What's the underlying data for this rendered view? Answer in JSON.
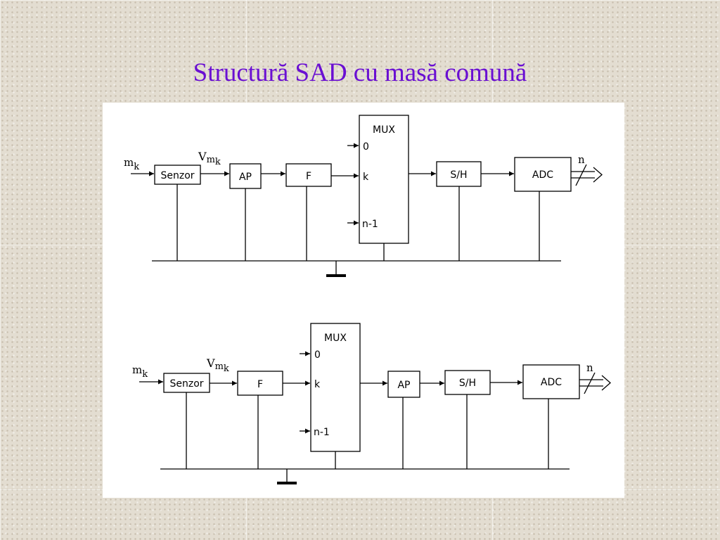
{
  "title": "Structură SAD cu masă comună",
  "diagram1": {
    "input": "m",
    "input_sub": "k",
    "signal": "V",
    "signal_sub1": "m",
    "signal_sub2": "k",
    "blocks": {
      "senzor": "Senzor",
      "ap": "AP",
      "f": "F",
      "mux": "MUX",
      "sh": "S/H",
      "adc": "ADC"
    },
    "mux_inputs": [
      "0",
      "k",
      "n-1"
    ],
    "output": "n"
  },
  "diagram2": {
    "input": "m",
    "input_sub": "k",
    "signal": "V",
    "signal_sub1": "m",
    "signal_sub2": "k",
    "blocks": {
      "senzor": "Senzor",
      "f": "F",
      "mux": "MUX",
      "ap": "AP",
      "sh": "S/H",
      "adc": "ADC"
    },
    "mux_inputs": [
      "0",
      "k",
      "n-1"
    ],
    "output": "n"
  }
}
